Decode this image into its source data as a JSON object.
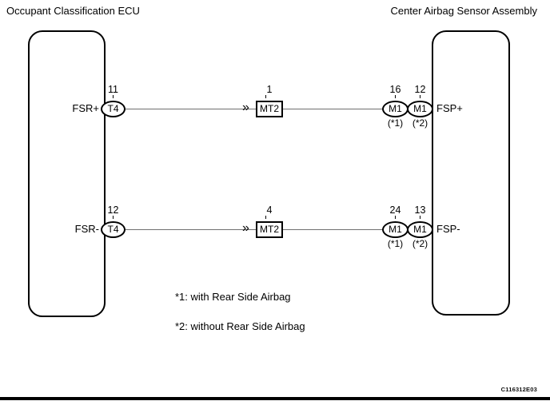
{
  "header": {
    "left_title": "Occupant Classification ECU",
    "right_title": "Center Airbag Sensor Assembly"
  },
  "wires": [
    {
      "ecu_pin_label": "FSR+",
      "ecu_pin_number": "11",
      "ecu_connector": "T4",
      "mid_pin_number": "1",
      "mid_connector": "MT2",
      "sensor_pin_number_1": "16",
      "sensor_connector_1": "M1",
      "sensor_variant_1": "(*1)",
      "sensor_pin_number_2": "12",
      "sensor_connector_2": "M1",
      "sensor_variant_2": "(*2)",
      "sensor_pin_label": "FSP+"
    },
    {
      "ecu_pin_label": "FSR-",
      "ecu_pin_number": "12",
      "ecu_connector": "T4",
      "mid_pin_number": "4",
      "mid_connector": "MT2",
      "sensor_pin_number_1": "24",
      "sensor_connector_1": "M1",
      "sensor_variant_1": "(*1)",
      "sensor_pin_number_2": "13",
      "sensor_connector_2": "M1",
      "sensor_variant_2": "(*2)",
      "sensor_pin_label": "FSP-"
    }
  ],
  "icons": {
    "wire_arrow": "»"
  },
  "notes": {
    "note_1": "*1: with Rear Side Airbag",
    "note_2": "*2: without Rear Side Airbag"
  },
  "figure_code": "C116312E03",
  "colors": {
    "line": "#000000",
    "wire": "#6f6f6f",
    "background": "#ffffff"
  }
}
